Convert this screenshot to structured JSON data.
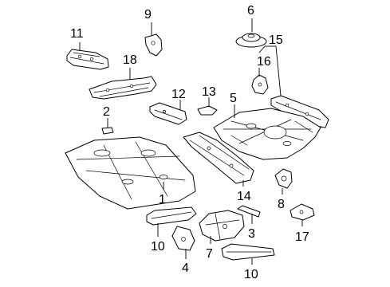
{
  "callouts": [
    {
      "id": "1",
      "text": "1"
    },
    {
      "id": "2",
      "text": "2"
    },
    {
      "id": "3",
      "text": "3"
    },
    {
      "id": "4",
      "text": "4"
    },
    {
      "id": "5",
      "text": "5"
    },
    {
      "id": "6",
      "text": "6"
    },
    {
      "id": "7",
      "text": "7"
    },
    {
      "id": "8",
      "text": "8"
    },
    {
      "id": "9",
      "text": "9"
    },
    {
      "id": "10a",
      "text": "10"
    },
    {
      "id": "10b",
      "text": "10"
    },
    {
      "id": "11",
      "text": "11"
    },
    {
      "id": "12",
      "text": "12"
    },
    {
      "id": "13",
      "text": "13"
    },
    {
      "id": "14",
      "text": "14"
    },
    {
      "id": "15",
      "text": "15"
    },
    {
      "id": "16",
      "text": "16"
    },
    {
      "id": "17",
      "text": "17"
    },
    {
      "id": "18",
      "text": "18"
    }
  ]
}
